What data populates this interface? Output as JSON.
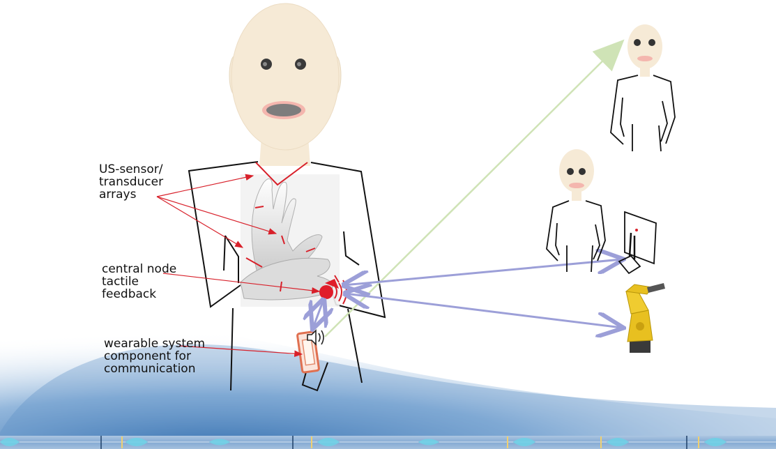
{
  "labels": {
    "us_sensor": "US-sensor/\ntransducer\narrays",
    "central_node": "central node\ntactile\nfeedback",
    "wearable": "wearable system\ncomponent for\ncommunication"
  },
  "colors": {
    "annotation_red": "#d8202a",
    "link_lavender": "#9c9fd8",
    "link_green": "#cfe3b6",
    "skin": "#f6ead6",
    "band_blue": "#3f79b6",
    "robot_yellow": "#e8c020"
  },
  "icons": [
    "speaker-icon",
    "vibration-icon",
    "robot-arm-icon",
    "monitor-icon",
    "waveform-strip"
  ]
}
